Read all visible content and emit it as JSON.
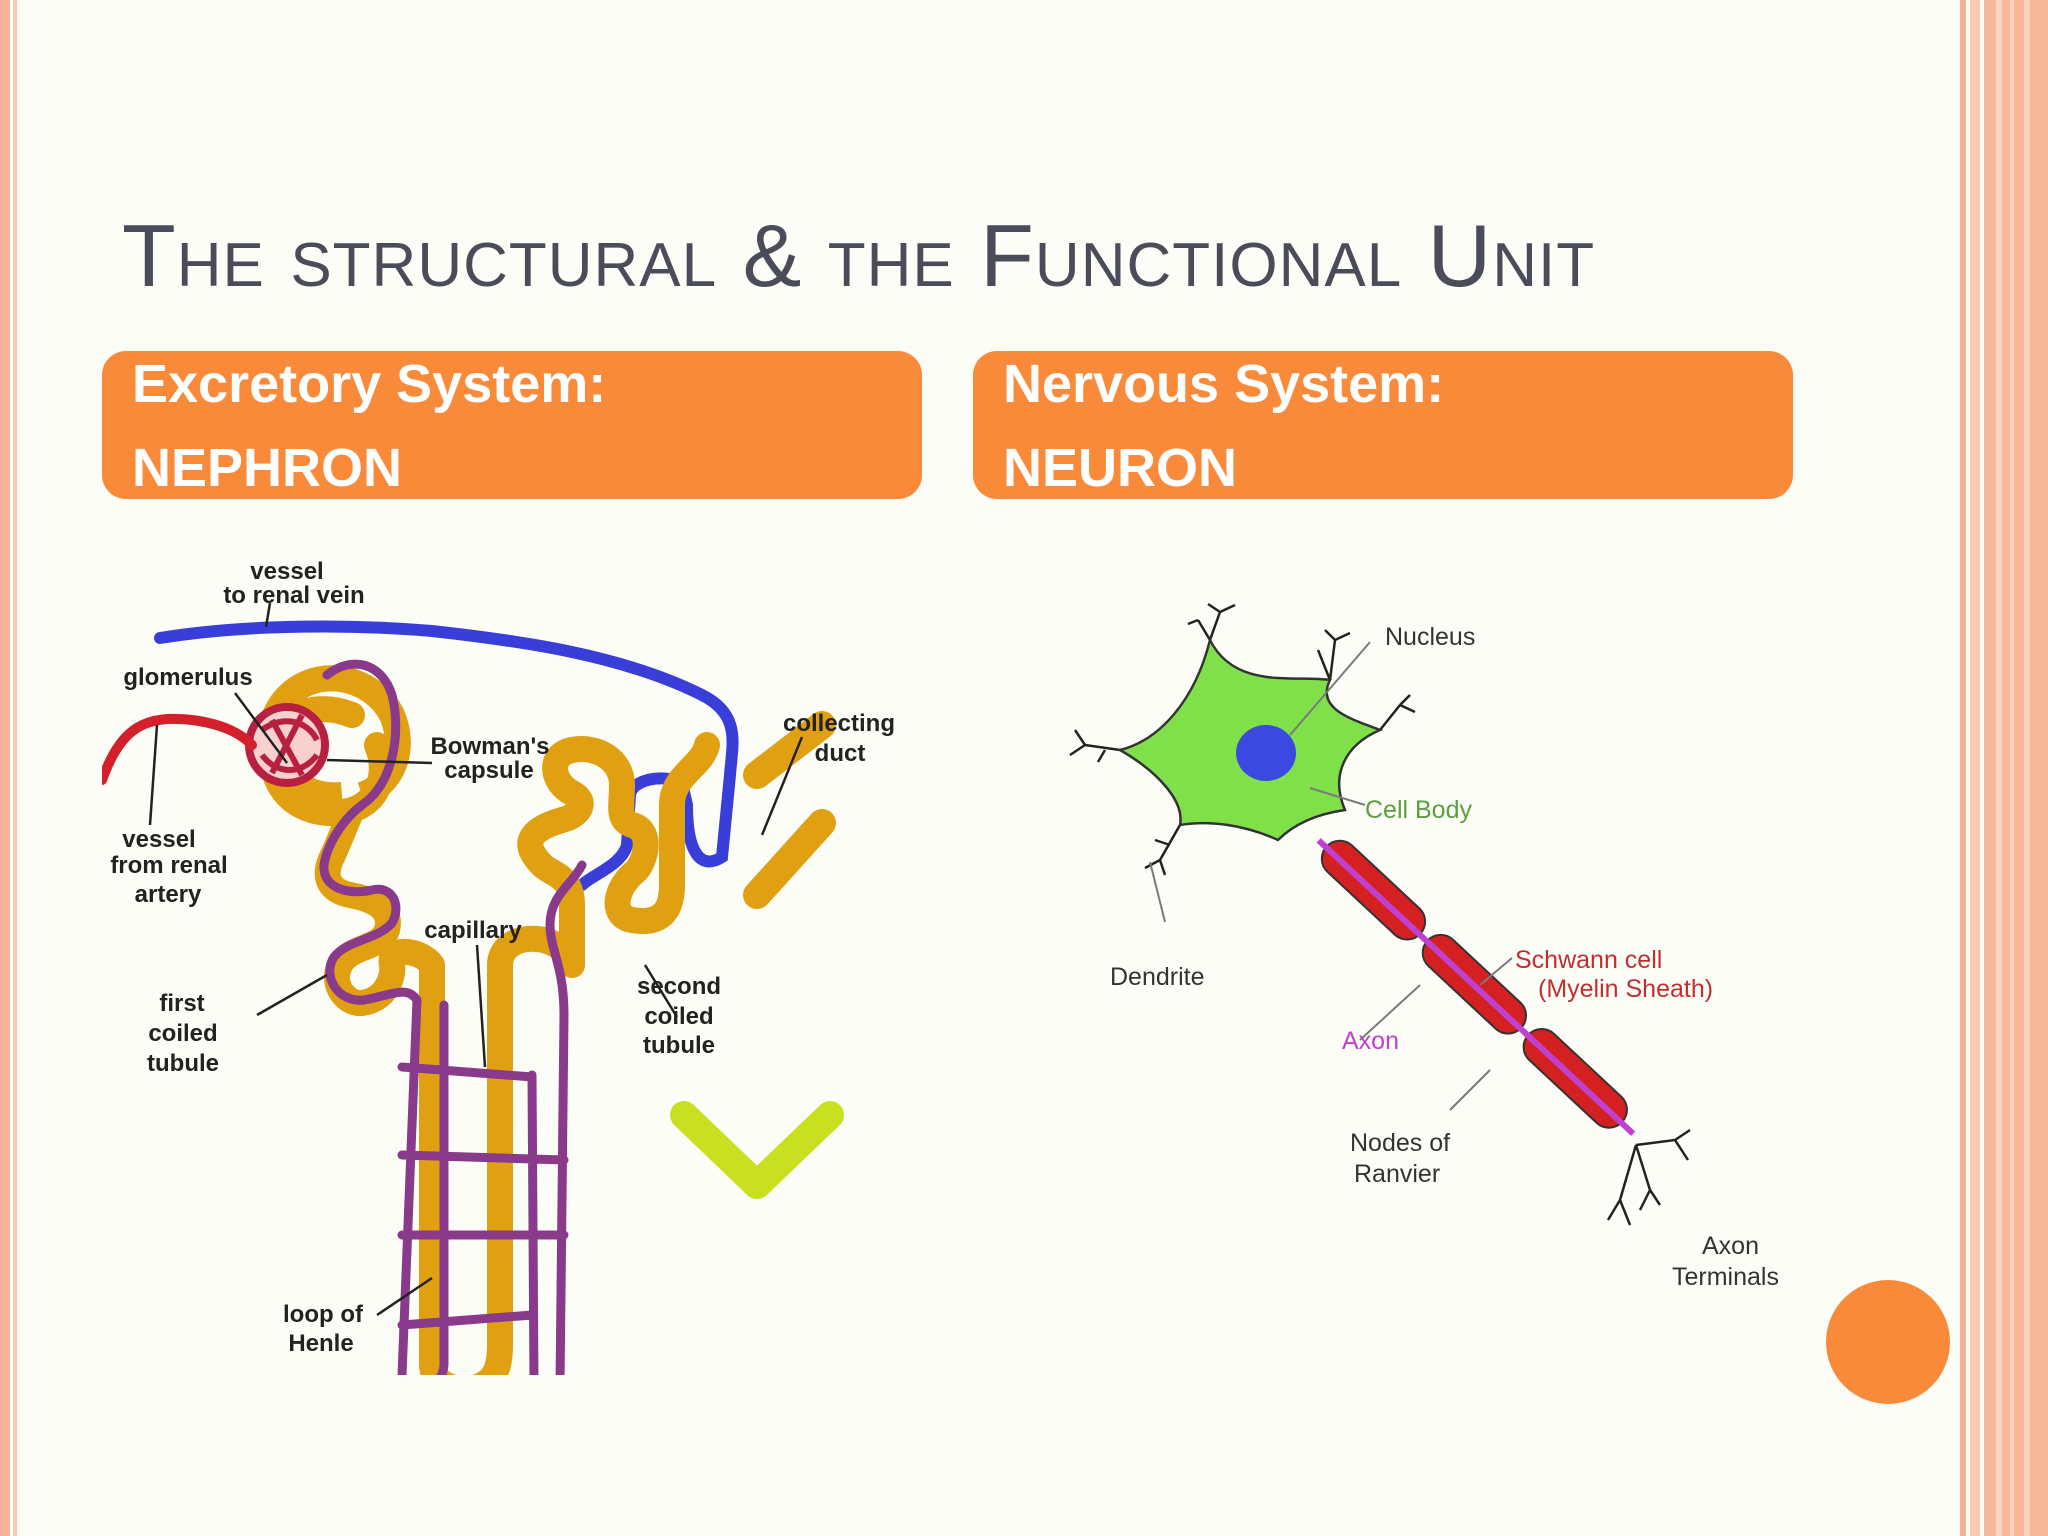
{
  "slide": {
    "title": "The structural & the Functional Unit",
    "left_box": {
      "heading": "Excretory System:",
      "unit": "NEPHRON"
    },
    "right_box": {
      "heading": "Nervous System:",
      "unit": "NEURON"
    }
  },
  "nephron_labels": {
    "vessel_vein_1": "vessel",
    "vessel_vein_2": "to renal vein",
    "glomerulus": "glomerulus",
    "bowmans_1": "Bowman's",
    "bowmans_2": "capsule",
    "collecting_1": "collecting",
    "collecting_2": "duct",
    "artery_1": "vessel",
    "artery_2": "from renal",
    "artery_3": "artery",
    "capillary": "capillary",
    "second_1": "second",
    "second_2": "coiled",
    "second_3": "tubule",
    "first_1": "first",
    "first_2": "coiled",
    "first_3": "tubule",
    "loop_1": "loop of",
    "loop_2": "Henle"
  },
  "neuron_labels": {
    "nucleus": "Nucleus",
    "cell_body": "Cell Body",
    "dendrite": "Dendrite",
    "schwann_1": "Schwann cell",
    "schwann_2": "(Myelin Sheath)",
    "axon": "Axon",
    "nodes_1": "Nodes of",
    "nodes_2": "Ranvier",
    "terminals_1": "Axon",
    "terminals_2": "Terminals"
  },
  "colors": {
    "accent": "#f98a3a",
    "title": "#4b4c5a",
    "tubule": "#e0a012",
    "vein": "#3a3ed8",
    "capillary": "#8a3a8a",
    "artery": "#d4202a",
    "cell_body": "#7fe04a",
    "nucleus": "#3a4ae0",
    "myelin": "#d42020",
    "axon": "#c040d0"
  }
}
